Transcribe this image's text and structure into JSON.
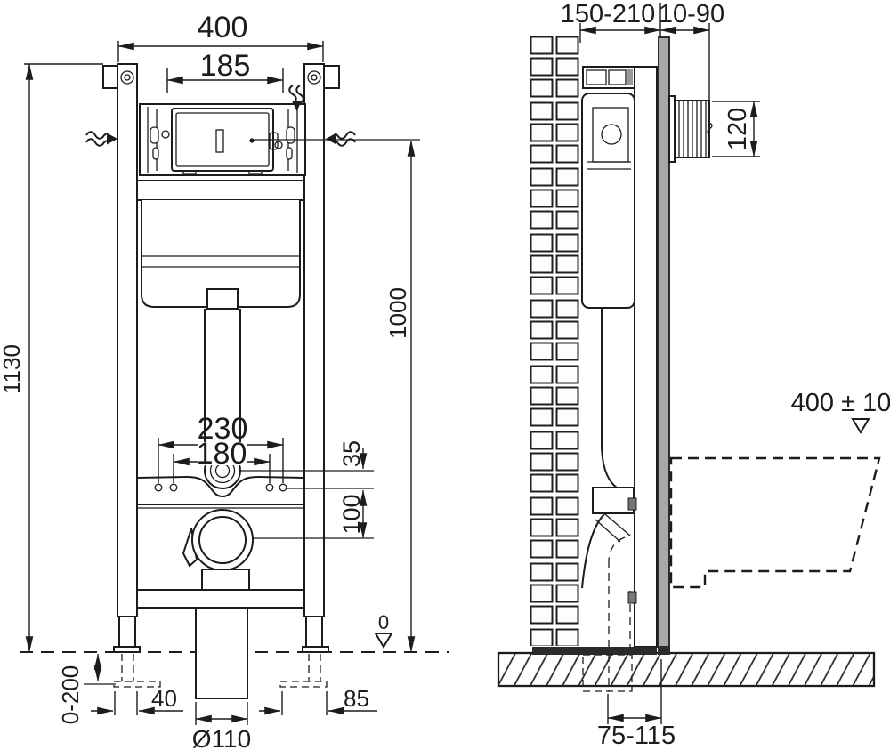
{
  "front_view": {
    "dims": {
      "overall_width": "400",
      "flush_plate_width": "185",
      "overall_height": "1130",
      "flush_plate_height": "1000",
      "fixing_spacing_outer": "230",
      "fixing_spacing_inner": "180",
      "inlet_offset": "35",
      "outlet_offset": "100",
      "foot_adjust_range": "0-200",
      "left_foot_offset": "40",
      "right_foot_offset": "85",
      "waste_pipe_diameter": "Ø110",
      "floor_datum": "0"
    }
  },
  "side_view": {
    "dims": {
      "frame_depth_range": "150-210",
      "wall_finish_range": "10-90",
      "flush_unit_height": "120",
      "bowl_rim_height": "400 ± 10",
      "outlet_distance_range": "75-115"
    }
  }
}
